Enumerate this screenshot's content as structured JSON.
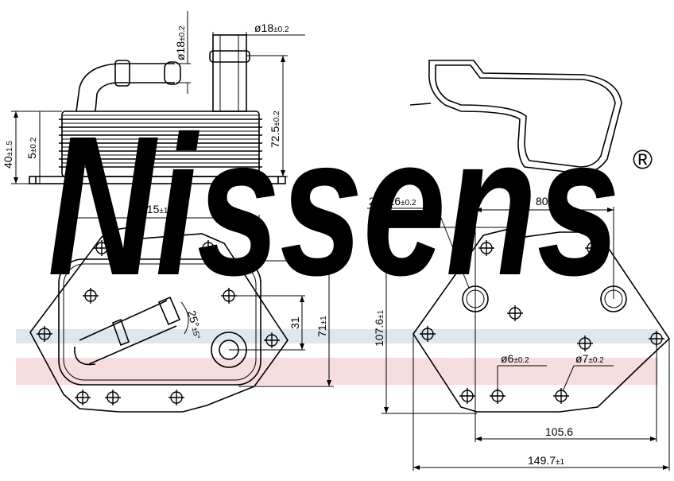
{
  "watermark": {
    "brand_text": "Nissens",
    "registered_mark": "®",
    "colors": {
      "letters": "#dce4ec",
      "blue_band": "#dfe6ee",
      "red_band": "#f6dde0"
    }
  },
  "side_view": {
    "dim_outlet_diameter": {
      "main": "ø18",
      "tol": "±0.2"
    },
    "dim_inlet_diameter": {
      "main": "ø18",
      "tol": "±0.2"
    },
    "dim_height_total": {
      "main": "72.5",
      "tol": "±0.2"
    },
    "dim_height_body": {
      "main": "40",
      "tol": "±1.5"
    },
    "dim_base_thickness": {
      "main": "5",
      "tol": "±0.2"
    }
  },
  "front_view": {
    "dim_width": {
      "main": "115",
      "tol": "±1"
    },
    "dim_angle": {
      "main": "25°",
      "tol": "±5°"
    },
    "dim_offset": {
      "main": "31"
    },
    "dim_height": {
      "main": "71",
      "tol": "±1"
    }
  },
  "bottom_view": {
    "dim_port_holes": {
      "main": "2−ø16",
      "tol": "±0.2"
    },
    "dim_port_spacing": {
      "main": "80"
    },
    "dim_depth": {
      "main": "107.6",
      "tol": "±1"
    },
    "dim_hole_small": {
      "main": "ø6",
      "tol": "±0.2"
    },
    "dim_hole_large": {
      "main": "ø7",
      "tol": "±0.2"
    },
    "dim_inner_width": {
      "main": "105.6"
    },
    "dim_total_width": {
      "main": "149.7",
      "tol": "±1"
    }
  },
  "colors": {
    "line": "#000000",
    "background": "#ffffff"
  }
}
